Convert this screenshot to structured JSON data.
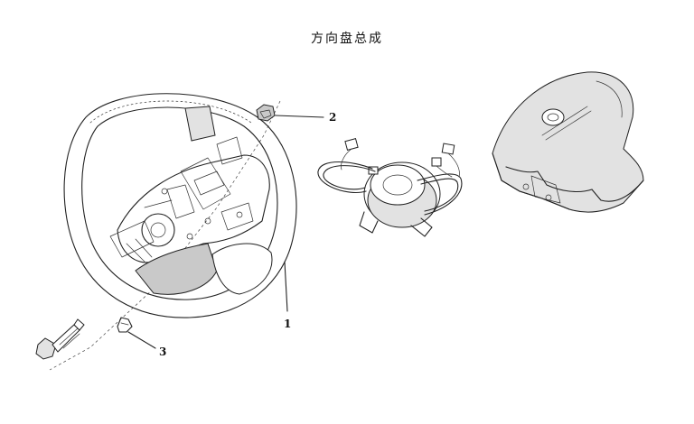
{
  "title": "方向盘总成",
  "callouts": [
    {
      "id": "1",
      "label": "1"
    },
    {
      "id": "2",
      "label": "2"
    },
    {
      "id": "3",
      "label": "3"
    }
  ]
}
